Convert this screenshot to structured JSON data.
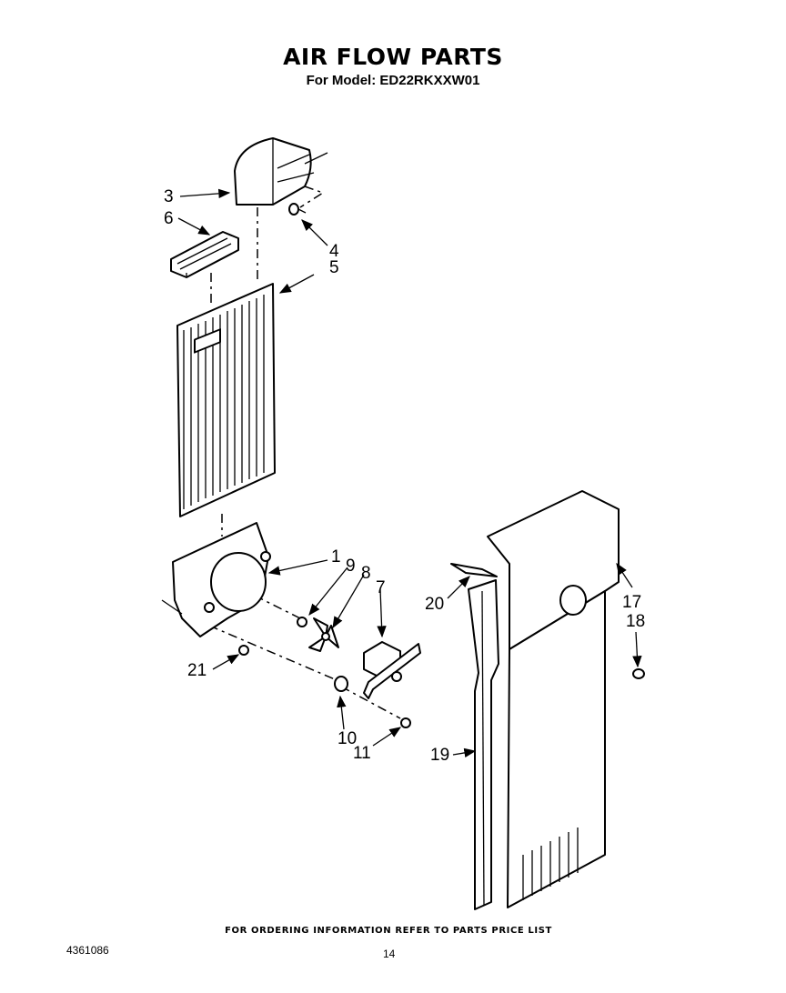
{
  "title": "AIR FLOW PARTS",
  "subtitle": "For Model: ED22RKXXW01",
  "footer_note": "FOR ORDERING INFORMATION REFER TO PARTS PRICE LIST",
  "doc_number": "4361086",
  "page_number": "14",
  "callouts": {
    "c1": "1",
    "c3": "3",
    "c4": "4",
    "c5": "5",
    "c6": "6",
    "c7": "7",
    "c8": "8",
    "c9": "9",
    "c10": "10",
    "c11": "11",
    "c17": "17",
    "c18": "18",
    "c19": "19",
    "c20": "20",
    "c21": "21"
  }
}
